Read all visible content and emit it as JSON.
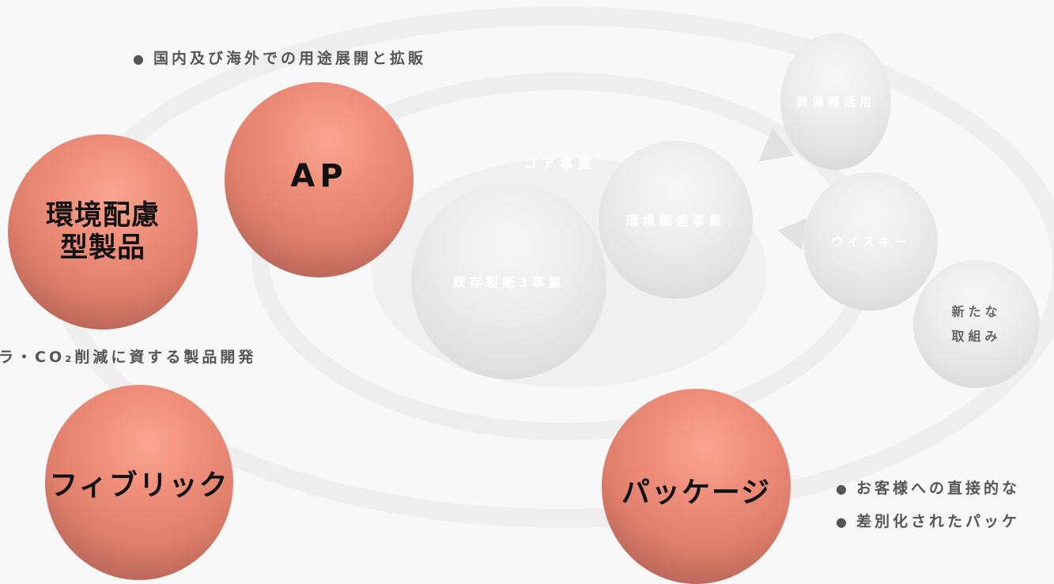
{
  "bullets": {
    "overseas": "国内及び海外での用途展開と拡販",
    "co2": "ラ・CO₂削減に資する製品開発",
    "customer": "お客様への直接的な",
    "package_diff": "差別化されたパッケ"
  },
  "new_business": {
    "environment": {
      "line1": "環境配慮",
      "line2": "型製品"
    },
    "ap": "AP",
    "fibric": "フィブリック",
    "package": "パッケージ"
  },
  "core": {
    "label": "コア事業",
    "existing": "既存製紙3事業",
    "env_related": "環境関連事業"
  },
  "feeders": {
    "resource": "資源再活用",
    "whisky": "ウイスキー",
    "new_efforts": {
      "line1": "新たな",
      "line2": "取組み"
    }
  },
  "colors": {
    "red_sphere": "#f0907c",
    "grey_sphere": "#e3e3e3",
    "ring": "#efefef",
    "background": "#f8f8f8",
    "bullet_text": "#555555"
  }
}
